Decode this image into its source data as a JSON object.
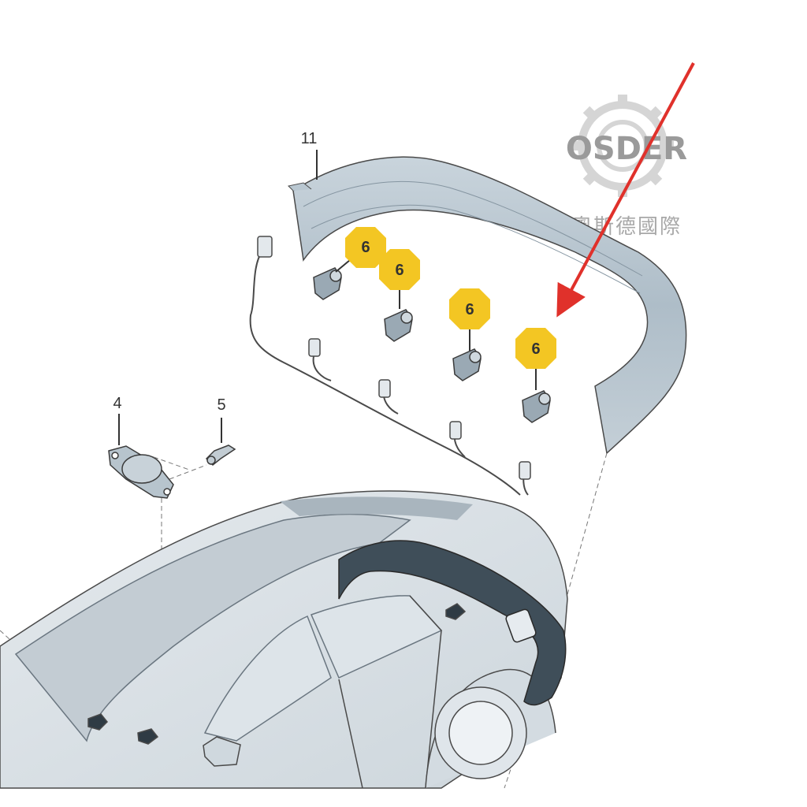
{
  "watermark": {
    "brand": "OSDER",
    "subtitle_cn": "奧斯德國際"
  },
  "callouts": {
    "part_11": "11",
    "part_4": "4",
    "part_5": "5",
    "sensors": [
      "6",
      "6",
      "6",
      "6"
    ]
  },
  "colors": {
    "badge_fill": "#f3c623",
    "arrow": "#e0312b",
    "part_fill": "#b9c7d1",
    "bumper_dark": "#3f4e59",
    "line": "#4a4a4a"
  },
  "icons": [
    "gear-watermark",
    "red-pointer-arrow"
  ]
}
